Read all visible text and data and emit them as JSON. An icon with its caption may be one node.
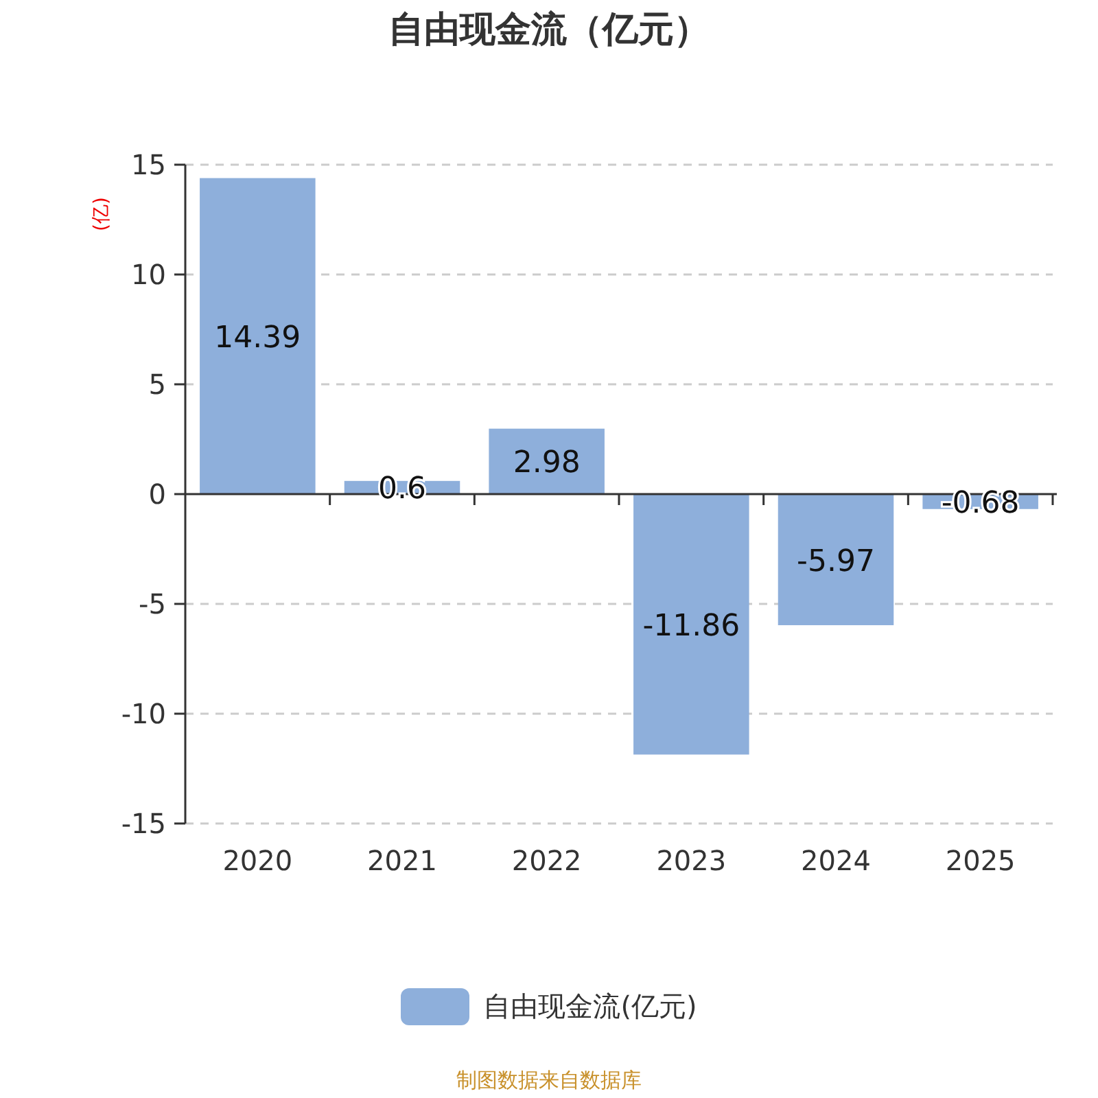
{
  "diagram": {
    "title": "自由现金流（亿元）",
    "labels": [
      "制图数据来自数据库"
    ],
    "chart_data": {
      "type": "bar",
      "ylabel": "(亿)",
      "categories": [
        "2020",
        "2021",
        "2022",
        "2023",
        "2024",
        "2025"
      ],
      "series": [
        {
          "name": "自由现金流(亿元)",
          "color": "#8eafdb",
          "values": [
            14.39,
            0.6,
            2.98,
            -11.86,
            -5.97,
            -0.68
          ]
        }
      ],
      "ylim": [
        -15,
        15
      ],
      "grid": true,
      "yticks": [
        -15,
        -10,
        -5,
        0,
        5,
        10,
        15
      ],
      "data_labels": true
    }
  }
}
